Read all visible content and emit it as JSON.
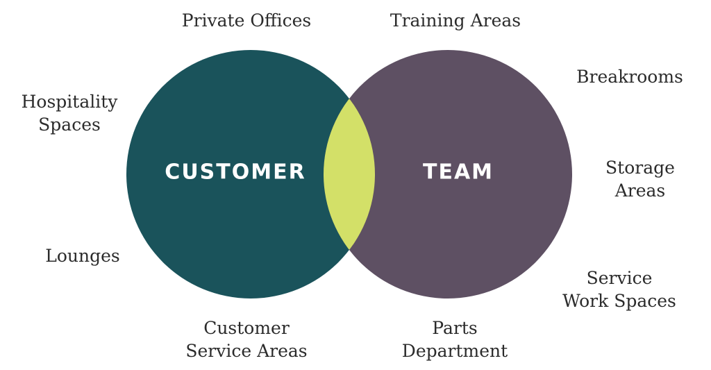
{
  "colors": {
    "customer": "#1a535b",
    "team": "#5e5063",
    "overlap": "#d3e068"
  },
  "circles": {
    "customer": "CUSTOMER",
    "team": "TEAM"
  },
  "labels": {
    "private_offices": "Private Offices",
    "training_areas": "Training Areas",
    "hospitality_1": "Hospitality",
    "hospitality_2": "Spaces",
    "breakrooms": "Breakrooms",
    "storage_1": "Storage",
    "storage_2": "Areas",
    "lounges": "Lounges",
    "service_work_1": "Service",
    "service_work_2": "Work Spaces",
    "customer_service_1": "Customer",
    "customer_service_2": "Service Areas",
    "parts_1": "Parts",
    "parts_2": "Department"
  }
}
